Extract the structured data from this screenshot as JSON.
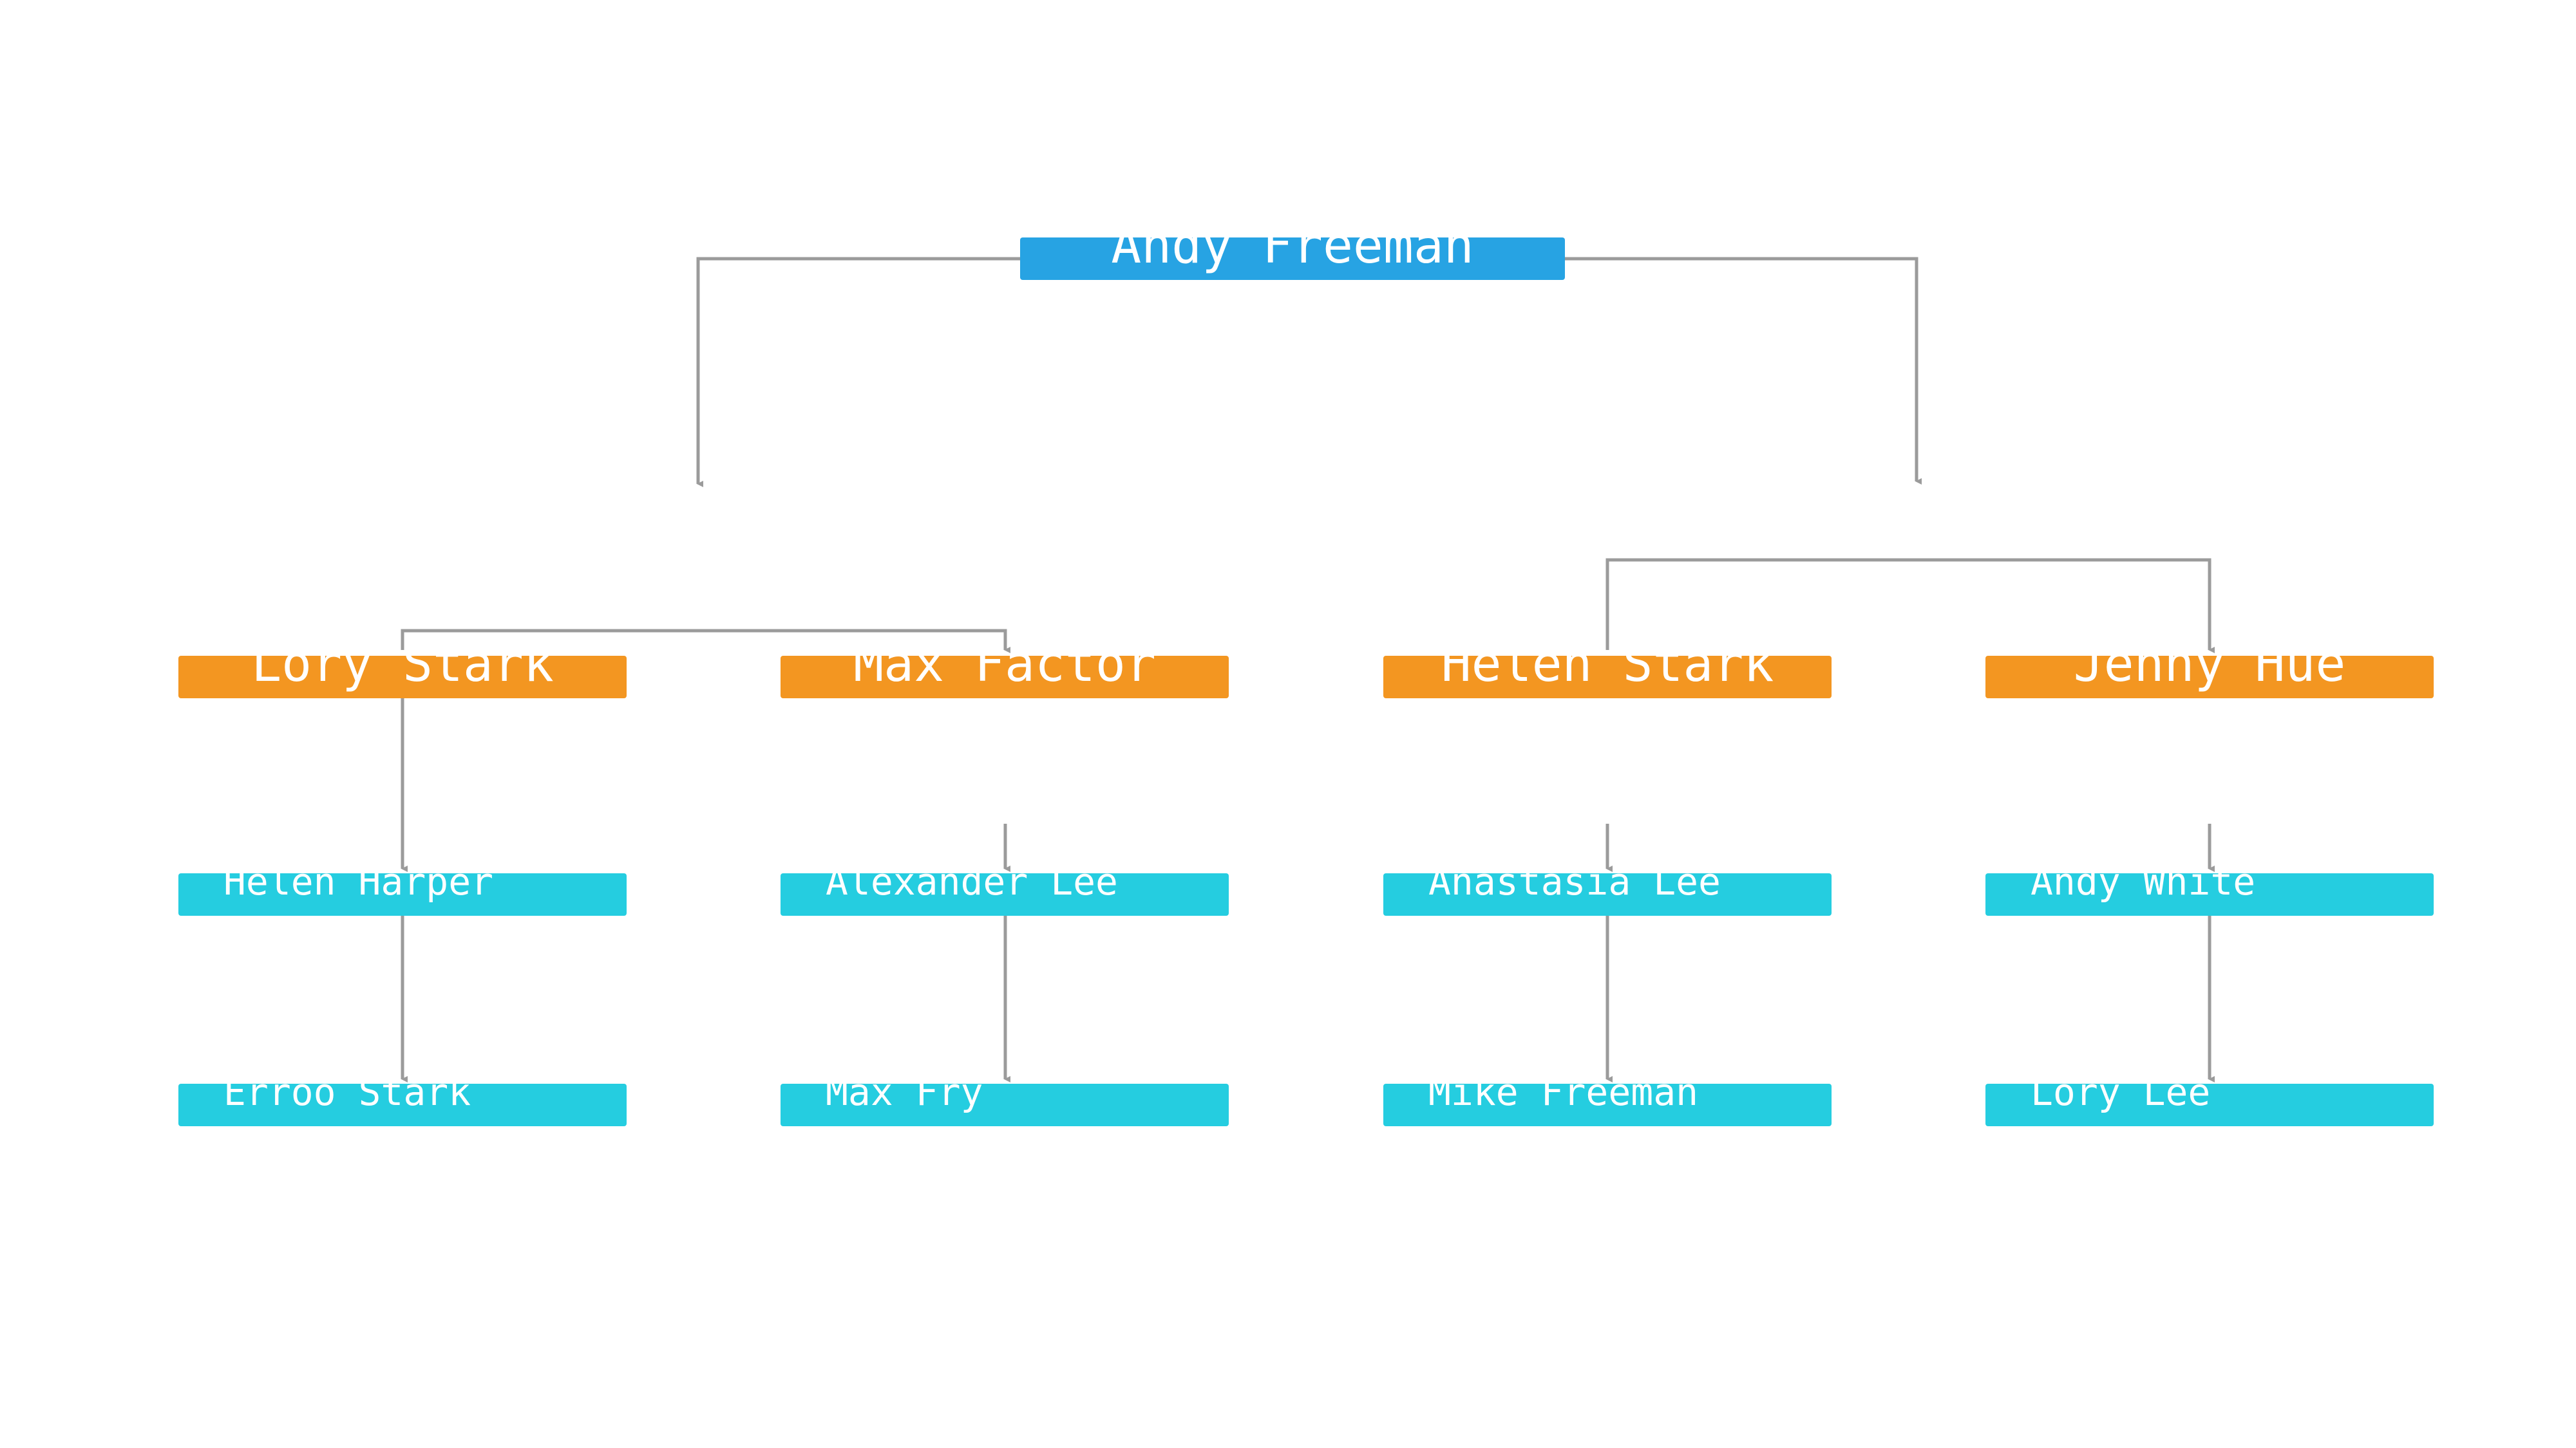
{
  "colors": {
    "root": "#27a3e3",
    "manager": "#f39621",
    "staff": "#25cde0",
    "connector": "#9b9b9b"
  },
  "root": {
    "name": "Andy Freeman"
  },
  "managers": [
    {
      "name": "Lory Stark",
      "reports": [
        {
          "name": "Helen Harper"
        },
        {
          "name": "Erroo Stark"
        }
      ]
    },
    {
      "name": "Max Factor",
      "reports": [
        {
          "name": "Alexander Lee"
        },
        {
          "name": "Max Fry"
        }
      ]
    },
    {
      "name": "Helen Stark",
      "reports": [
        {
          "name": "Anastasia Lee"
        },
        {
          "name": "Mike Freeman"
        }
      ]
    },
    {
      "name": "Jenny Hue",
      "reports": [
        {
          "name": "Andy White"
        },
        {
          "name": "Lory Lee"
        }
      ]
    }
  ]
}
